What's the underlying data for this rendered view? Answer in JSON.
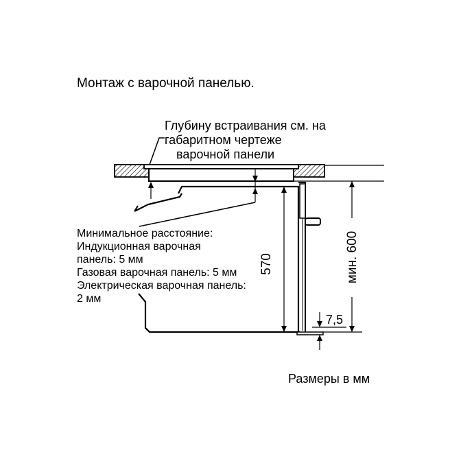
{
  "title": "Монтаж с варочной панелью.",
  "depth_note": {
    "line1": "Глубину встраивания см. на",
    "line2": "габаритном чертеже",
    "line3": "варочной панели"
  },
  "min_distance": {
    "line1": "Минимальное расстояние:",
    "line2": "Индукционная варочная",
    "line3": "панель: 5 мм",
    "line4": "Газовая варочная панель: 5 мм",
    "line5": "Электрическая варочная панель:",
    "line6": "2 мм"
  },
  "dimensions": {
    "height_570": "570",
    "min_600": "мин. 600",
    "gap_7_5": "7,5"
  },
  "units_note": "Размеры в мм"
}
